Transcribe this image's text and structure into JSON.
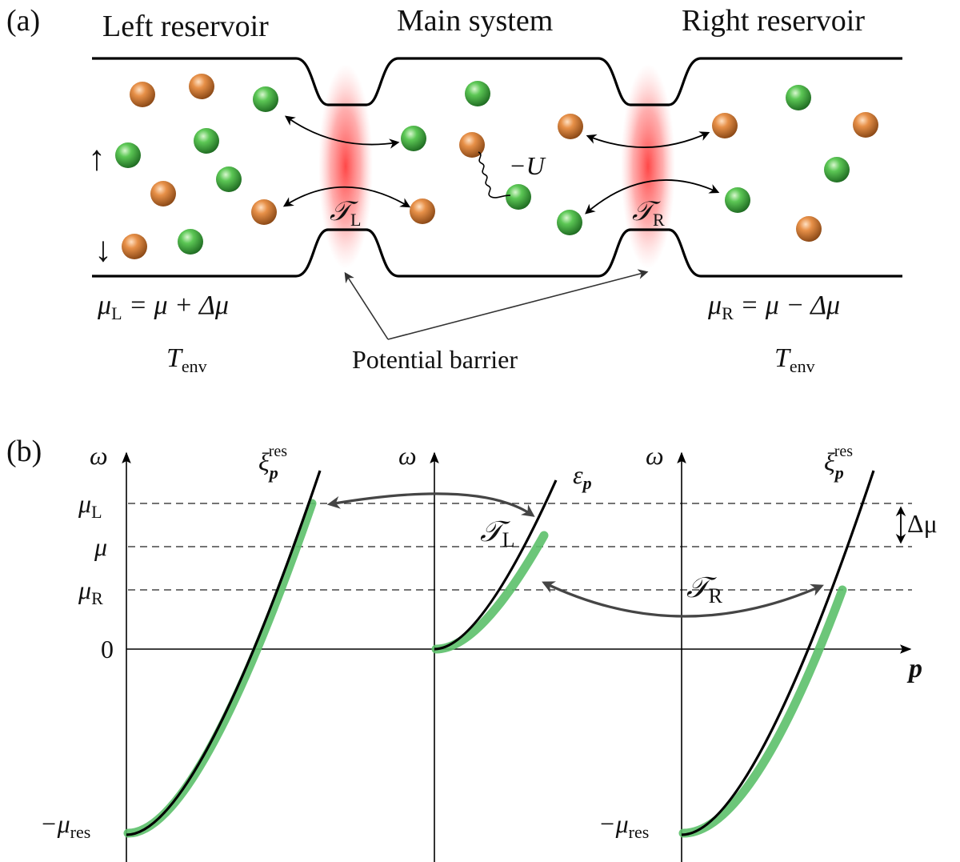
{
  "panel_a": {
    "tag": "(a)",
    "left_title": "Left reservoir",
    "main_title": "Main system",
    "right_title": "Right reservoir",
    "spin_up": "↑",
    "spin_down": "↓",
    "interaction": "−U",
    "tunnel_L": "𝒯",
    "tunnel_L_sub": "L",
    "tunnel_R": "𝒯",
    "tunnel_R_sub": "R",
    "mu_L_eq": "μ",
    "mu_L_sub": "L",
    "mu_L_rhs": " = μ + Δμ",
    "mu_R_eq": "μ",
    "mu_R_sub": "R",
    "mu_R_rhs": " = μ − Δμ",
    "T_env": "T",
    "T_env_sub": "env",
    "barrier_label": "Potential barrier",
    "colors": {
      "spin_up": "#4cae47",
      "spin_down": "#e0883c",
      "barrier": "#ff4a4a"
    }
  },
  "panel_b": {
    "tag": "(b)",
    "omega": "ω",
    "xi_res": "ξ",
    "xi_sub": "p",
    "xi_sup": "res",
    "eps": "ε",
    "eps_sub": "p",
    "p_axis": "p",
    "y_ticks": [
      {
        "sym": "μ",
        "sub": "L"
      },
      {
        "sym": "μ",
        "sub": ""
      },
      {
        "sym": "μ",
        "sub": "R"
      },
      {
        "sym": "0",
        "sub": ""
      }
    ],
    "minus_mu_res": "−μ",
    "minus_mu_res_sub": "res",
    "tunnel_L": "𝒯",
    "tunnel_L_sub": "L",
    "tunnel_R": "𝒯",
    "tunnel_R_sub": "R",
    "delta_mu": "Δμ",
    "colors": {
      "occupied": "#5cc06a"
    }
  }
}
